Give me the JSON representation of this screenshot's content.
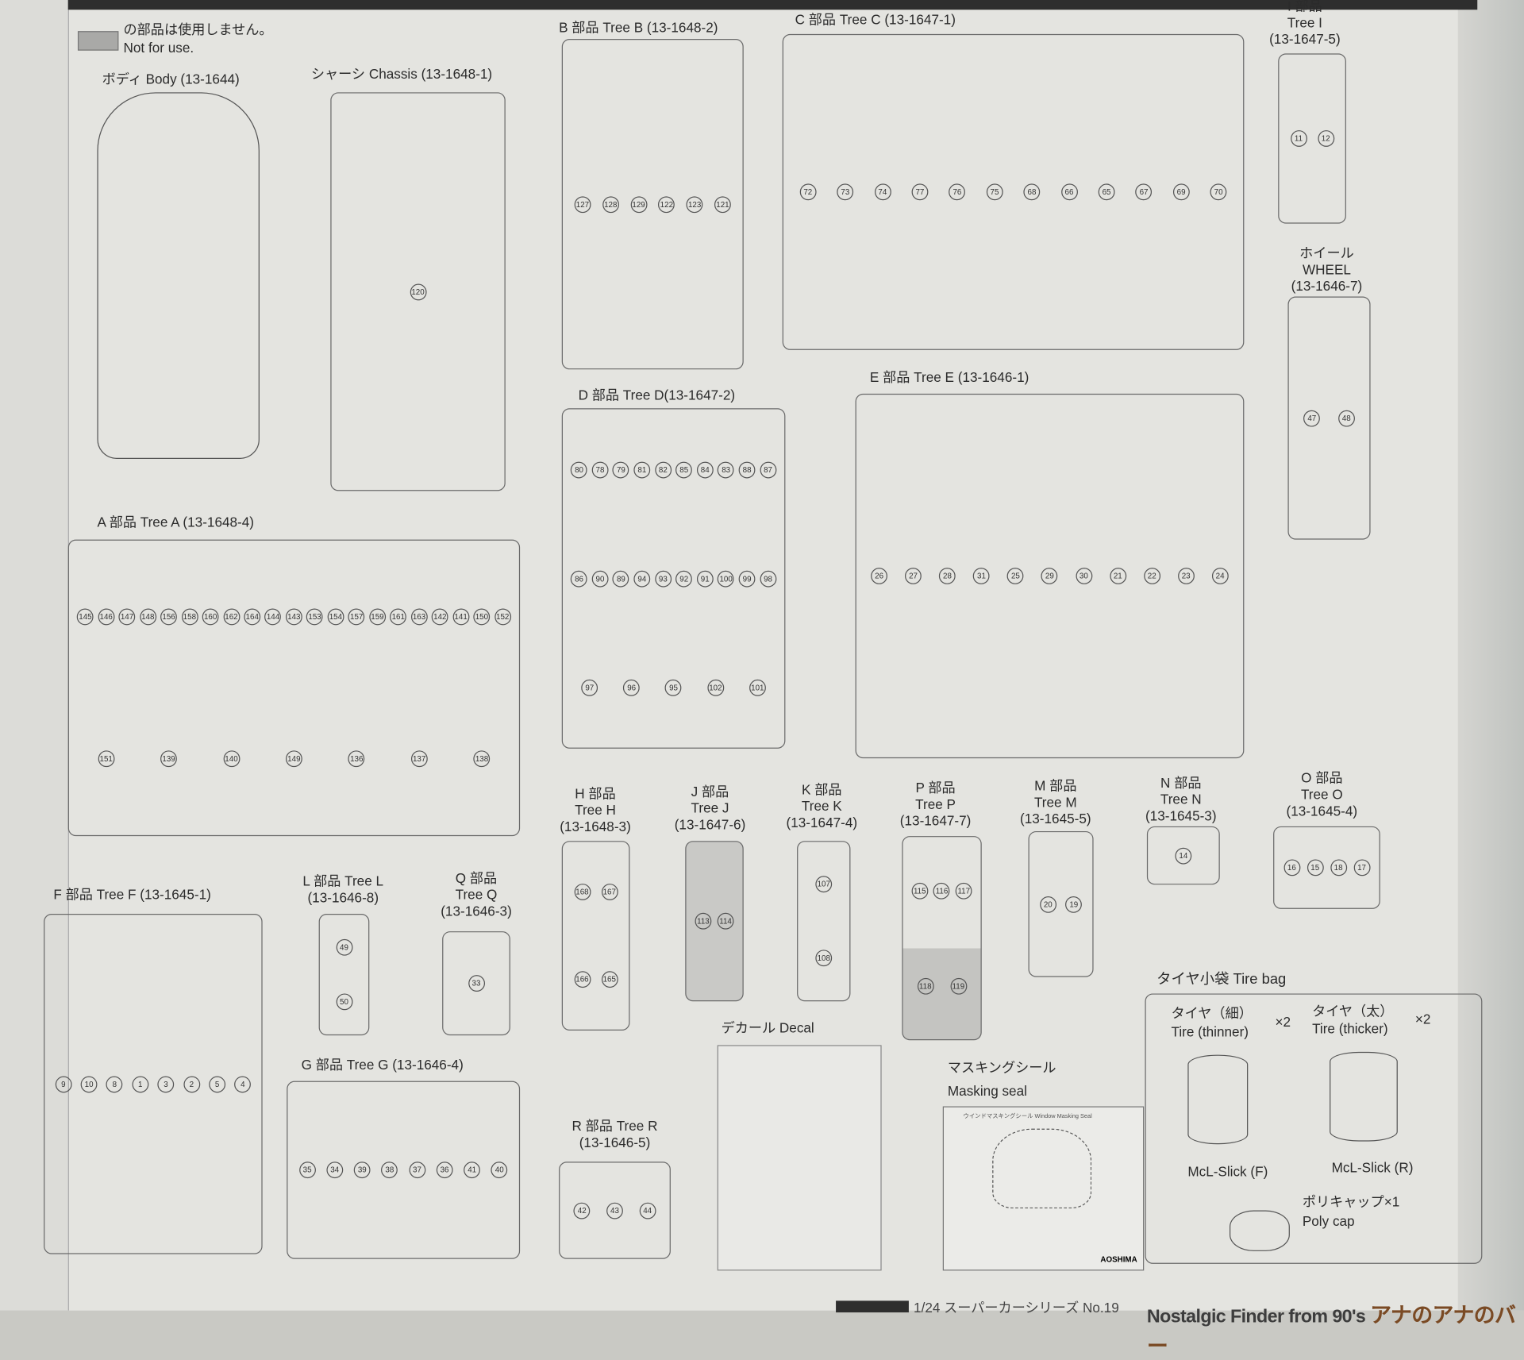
{
  "legend": {
    "jp": "の部品は使用しません。",
    "en": "Not for use."
  },
  "sections": {
    "body": {
      "label": "ボディ Body (13-1644)"
    },
    "chassis": {
      "label": "シャーシ Chassis (13-1648-1)",
      "parts": [
        "120"
      ]
    },
    "tree_b": {
      "label": "B 部品 Tree B (13-1648-2)",
      "parts": [
        "127",
        "128",
        "129",
        "122",
        "123",
        "121"
      ]
    },
    "tree_c": {
      "label": "C 部品 Tree C (13-1647-1)",
      "parts": [
        "72",
        "73",
        "74",
        "77",
        "76",
        "75",
        "68",
        "66",
        "65",
        "67",
        "69",
        "70"
      ]
    },
    "tree_i": {
      "l1": "I 部品",
      "l2": "Tree I",
      "l3": "(13-1647-5)",
      "parts": [
        "11",
        "12"
      ]
    },
    "wheel": {
      "l1": "ホイール",
      "l2": "WHEEL",
      "l3": "(13-1646-7)",
      "parts": [
        "47",
        "48"
      ]
    },
    "tree_d": {
      "label": "D 部品 Tree D(13-1647-2)",
      "parts": [
        "80",
        "78",
        "79",
        "81",
        "82",
        "85",
        "84",
        "83",
        "88",
        "87",
        "86",
        "90",
        "89",
        "94",
        "93",
        "92",
        "91",
        "100",
        "99",
        "98",
        "97",
        "96",
        "95",
        "102",
        "101"
      ]
    },
    "tree_e": {
      "label": "E 部品 Tree E (13-1646-1)",
      "parts": [
        "26",
        "27",
        "28",
        "31",
        "25",
        "29",
        "30",
        "21",
        "22",
        "23",
        "24"
      ]
    },
    "tree_a": {
      "label": "A 部品 Tree A (13-1648-4)",
      "parts": [
        "145",
        "146",
        "147",
        "148",
        "156",
        "158",
        "160",
        "162",
        "164",
        "144",
        "143",
        "153",
        "154",
        "157",
        "159",
        "161",
        "163",
        "142",
        "141",
        "150",
        "152",
        "151",
        "139",
        "140",
        "149",
        "136",
        "137",
        "138"
      ]
    },
    "tree_h": {
      "l1": "H 部品",
      "l2": "Tree H",
      "l3": "(13-1648-3)",
      "parts": [
        "168",
        "167",
        "166",
        "165"
      ]
    },
    "tree_j": {
      "l1": "J 部品",
      "l2": "Tree J",
      "l3": "(13-1647-6)",
      "parts": [
        "113",
        "114"
      ]
    },
    "tree_k": {
      "l1": "K 部品",
      "l2": "Tree K",
      "l3": "(13-1647-4)",
      "parts": [
        "107",
        "108"
      ]
    },
    "tree_p": {
      "l1": "P 部品",
      "l2": "Tree P",
      "l3": "(13-1647-7)",
      "parts": [
        "115",
        "116",
        "117",
        "118",
        "119"
      ]
    },
    "tree_m": {
      "l1": "M 部品",
      "l2": "Tree M",
      "l3": "(13-1645-5)",
      "parts": [
        "20",
        "19"
      ]
    },
    "tree_n": {
      "l1": "N 部品",
      "l2": "Tree N",
      "l3": "(13-1645-3)",
      "parts": [
        "14"
      ]
    },
    "tree_o": {
      "l1": "O 部品",
      "l2": "Tree O",
      "l3": "(13-1645-4)",
      "parts": [
        "16",
        "15",
        "18",
        "17"
      ]
    },
    "tree_f": {
      "label": "F 部品 Tree F (13-1645-1)",
      "parts": [
        "9",
        "10",
        "8",
        "1",
        "3",
        "2",
        "5",
        "4"
      ]
    },
    "tree_l": {
      "l1": "L 部品 Tree L",
      "l2": "(13-1646-8)",
      "parts": [
        "49",
        "50"
      ]
    },
    "tree_q": {
      "l1": "Q 部品",
      "l2": "Tree Q",
      "l3": "(13-1646-3)",
      "parts": [
        "33"
      ]
    },
    "tree_g": {
      "label": "G 部品 Tree G (13-1646-4)",
      "parts": [
        "35",
        "34",
        "39",
        "38",
        "37",
        "36",
        "41",
        "40"
      ]
    },
    "tree_r": {
      "l1": "R 部品 Tree R",
      "l2": "(13-1646-5)",
      "parts": [
        "42",
        "43",
        "44"
      ]
    },
    "decal": {
      "label": "デカール Decal"
    },
    "masking": {
      "l1": "マスキングシール",
      "l2": "Masking seal",
      "sheet_title": "ウインドマスキングシール Window Masking Seal",
      "brand": "AOSHIMA"
    },
    "tire_bag": {
      "label": "タイヤ小袋 Tire bag",
      "thin_jp": "タイヤ（細）",
      "thin_en": "Tire (thinner)",
      "thin_qty": "×2",
      "thick_jp": "タイヤ（太）",
      "thick_en": "Tire (thicker)",
      "thick_qty": "×2",
      "front": "McL-Slick (F)",
      "rear": "McL-Slick (R)",
      "polycap_jp": "ポリキャップ×1",
      "polycap_en": "Poly cap"
    }
  },
  "footer": {
    "text": "1/24 スーパーカーシリーズ No.19"
  },
  "watermark": {
    "text": "Nostalgic Finder from 90's",
    "logo": "アナのアナのバー"
  }
}
